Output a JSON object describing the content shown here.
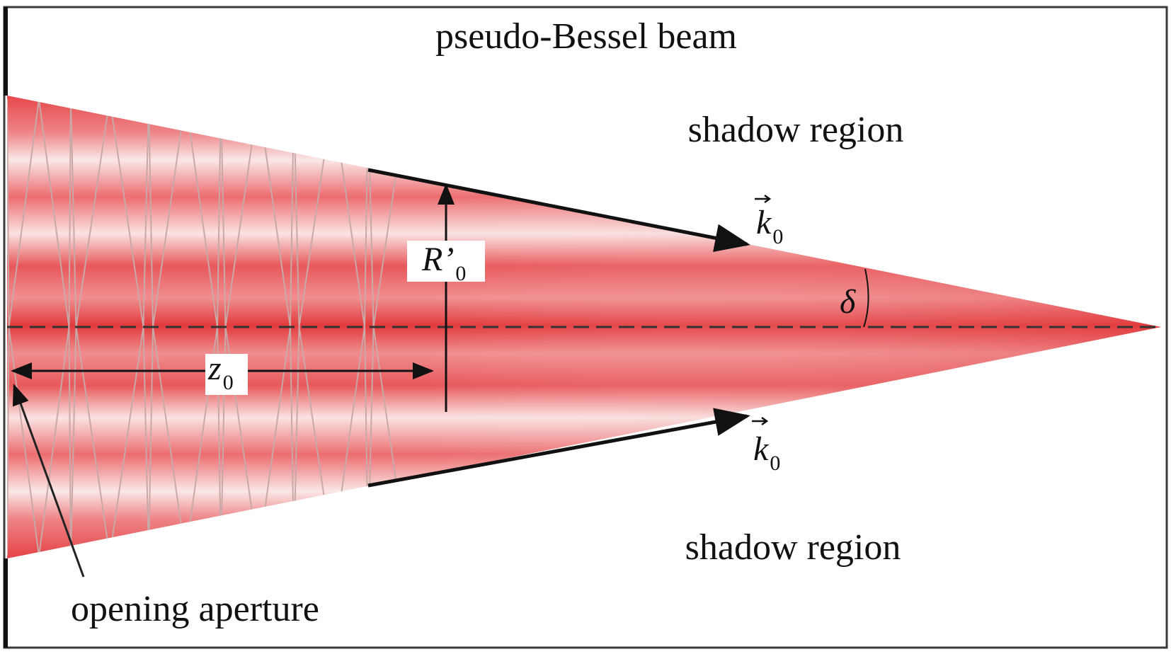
{
  "title": "pseudo-Bessel beam",
  "labels": {
    "shadow_top": "shadow region",
    "shadow_bottom": "shadow region",
    "aperture": "opening aperture",
    "radius": "R’",
    "radius_sub": "0",
    "distance": "z",
    "distance_sub": "0",
    "wavevector": "k",
    "wavevector_sub": "0",
    "angle": "δ"
  },
  "colors": {
    "beam_core": "#e23a3c",
    "beam_light": "#fbe6e6",
    "frame": "#3a3a3a",
    "interference_lines": "#c9a8a8",
    "arrows": "#111111"
  }
}
